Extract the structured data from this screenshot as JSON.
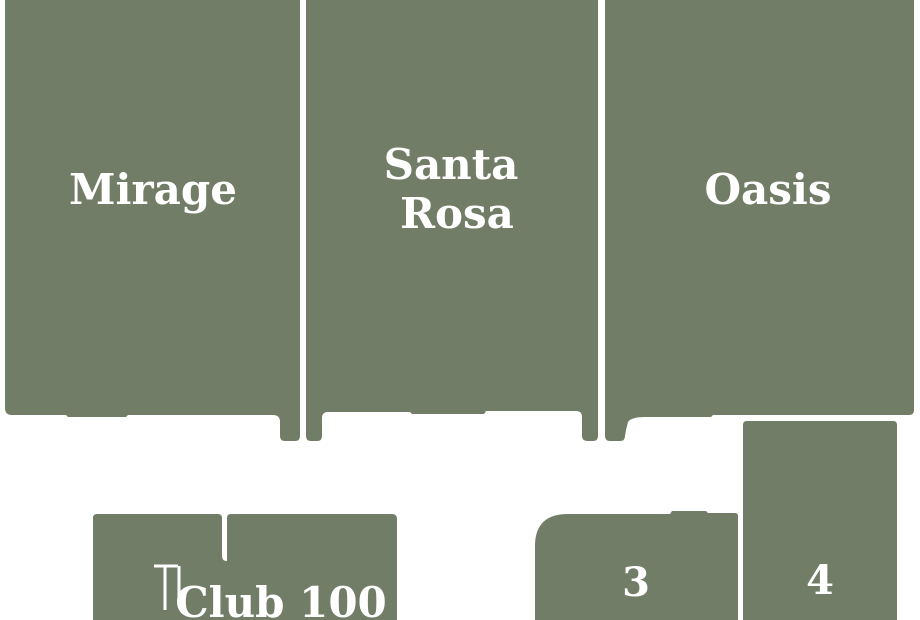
{
  "map": {
    "room_color": "#717d66",
    "label_color": "#ffffff",
    "background_color": "#ffffff",
    "rooms": {
      "mirage": {
        "label": "Mirage"
      },
      "santa_rosa": {
        "label_line1": "Santa",
        "label_line2": "Rosa"
      },
      "oasis": {
        "label": "Oasis"
      },
      "club_100": {
        "label": "Club 100"
      },
      "room_3": {
        "label": "3"
      },
      "room_4": {
        "label": "4"
      }
    }
  }
}
